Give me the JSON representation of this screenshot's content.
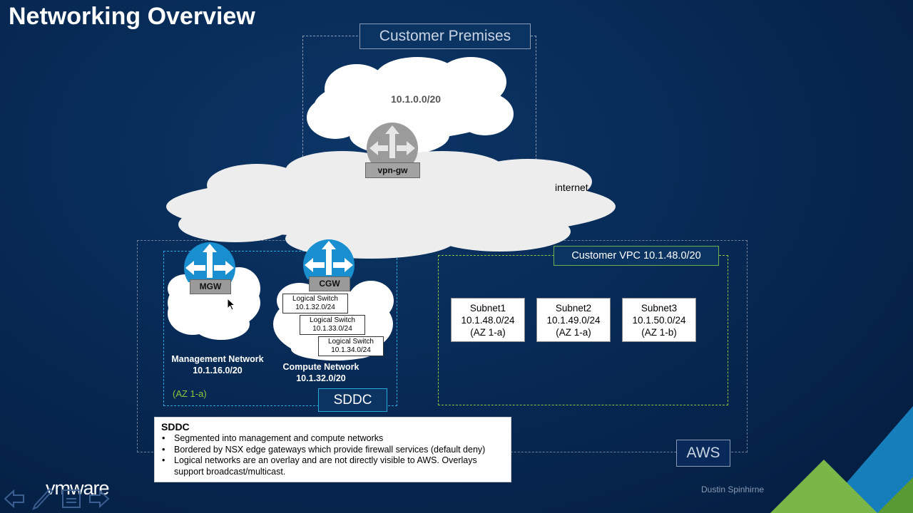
{
  "slide": {
    "title": "Networking Overview",
    "author": "Dustin Spinhirne",
    "logo": "vmware"
  },
  "customer_premises": {
    "label": "Customer Premises",
    "network": "10.1.0.0/20",
    "gateway": "vpn-gw"
  },
  "internet": {
    "label": "internet"
  },
  "sddc": {
    "label": "SDDC",
    "az": "(AZ 1-a)",
    "mgw": "MGW",
    "cgw": "CGW",
    "management_network": {
      "name": "Management Network",
      "cidr": "10.1.16.0/20"
    },
    "compute_network": {
      "name": "Compute Network",
      "cidr": "10.1.32.0/20"
    },
    "logical_switches": [
      {
        "name": "Logical Switch",
        "cidr": "10.1.32.0/24"
      },
      {
        "name": "Logical Switch",
        "cidr": "10.1.33.0/24"
      },
      {
        "name": "Logical Switch",
        "cidr": "10.1.34.0/24"
      }
    ]
  },
  "customer_vpc": {
    "label": "Customer VPC 10.1.48.0/20",
    "subnets": [
      {
        "name": "Subnet1",
        "cidr": "10.1.48.0/24",
        "az": "(AZ 1-a)"
      },
      {
        "name": "Subnet2",
        "cidr": "10.1.49.0/24",
        "az": "(AZ 1-a)"
      },
      {
        "name": "Subnet3",
        "cidr": "10.1.50.0/24",
        "az": "(AZ 1-b)"
      }
    ]
  },
  "aws": {
    "label": "AWS"
  },
  "note": {
    "heading": "SDDC",
    "bullets": [
      "Segmented into management and compute networks",
      "Bordered by NSX edge gateways which provide firewall services (default deny)",
      "Logical networks are an overlay and are not directly visible to AWS. Overlays support broadcast/multicast."
    ]
  },
  "colors": {
    "background": "#072a55",
    "router_blue": "#1a8fd0",
    "vpc_border": "#8cc63f",
    "sddc_border": "#29a8e0",
    "green_accent": "#7ab648"
  }
}
